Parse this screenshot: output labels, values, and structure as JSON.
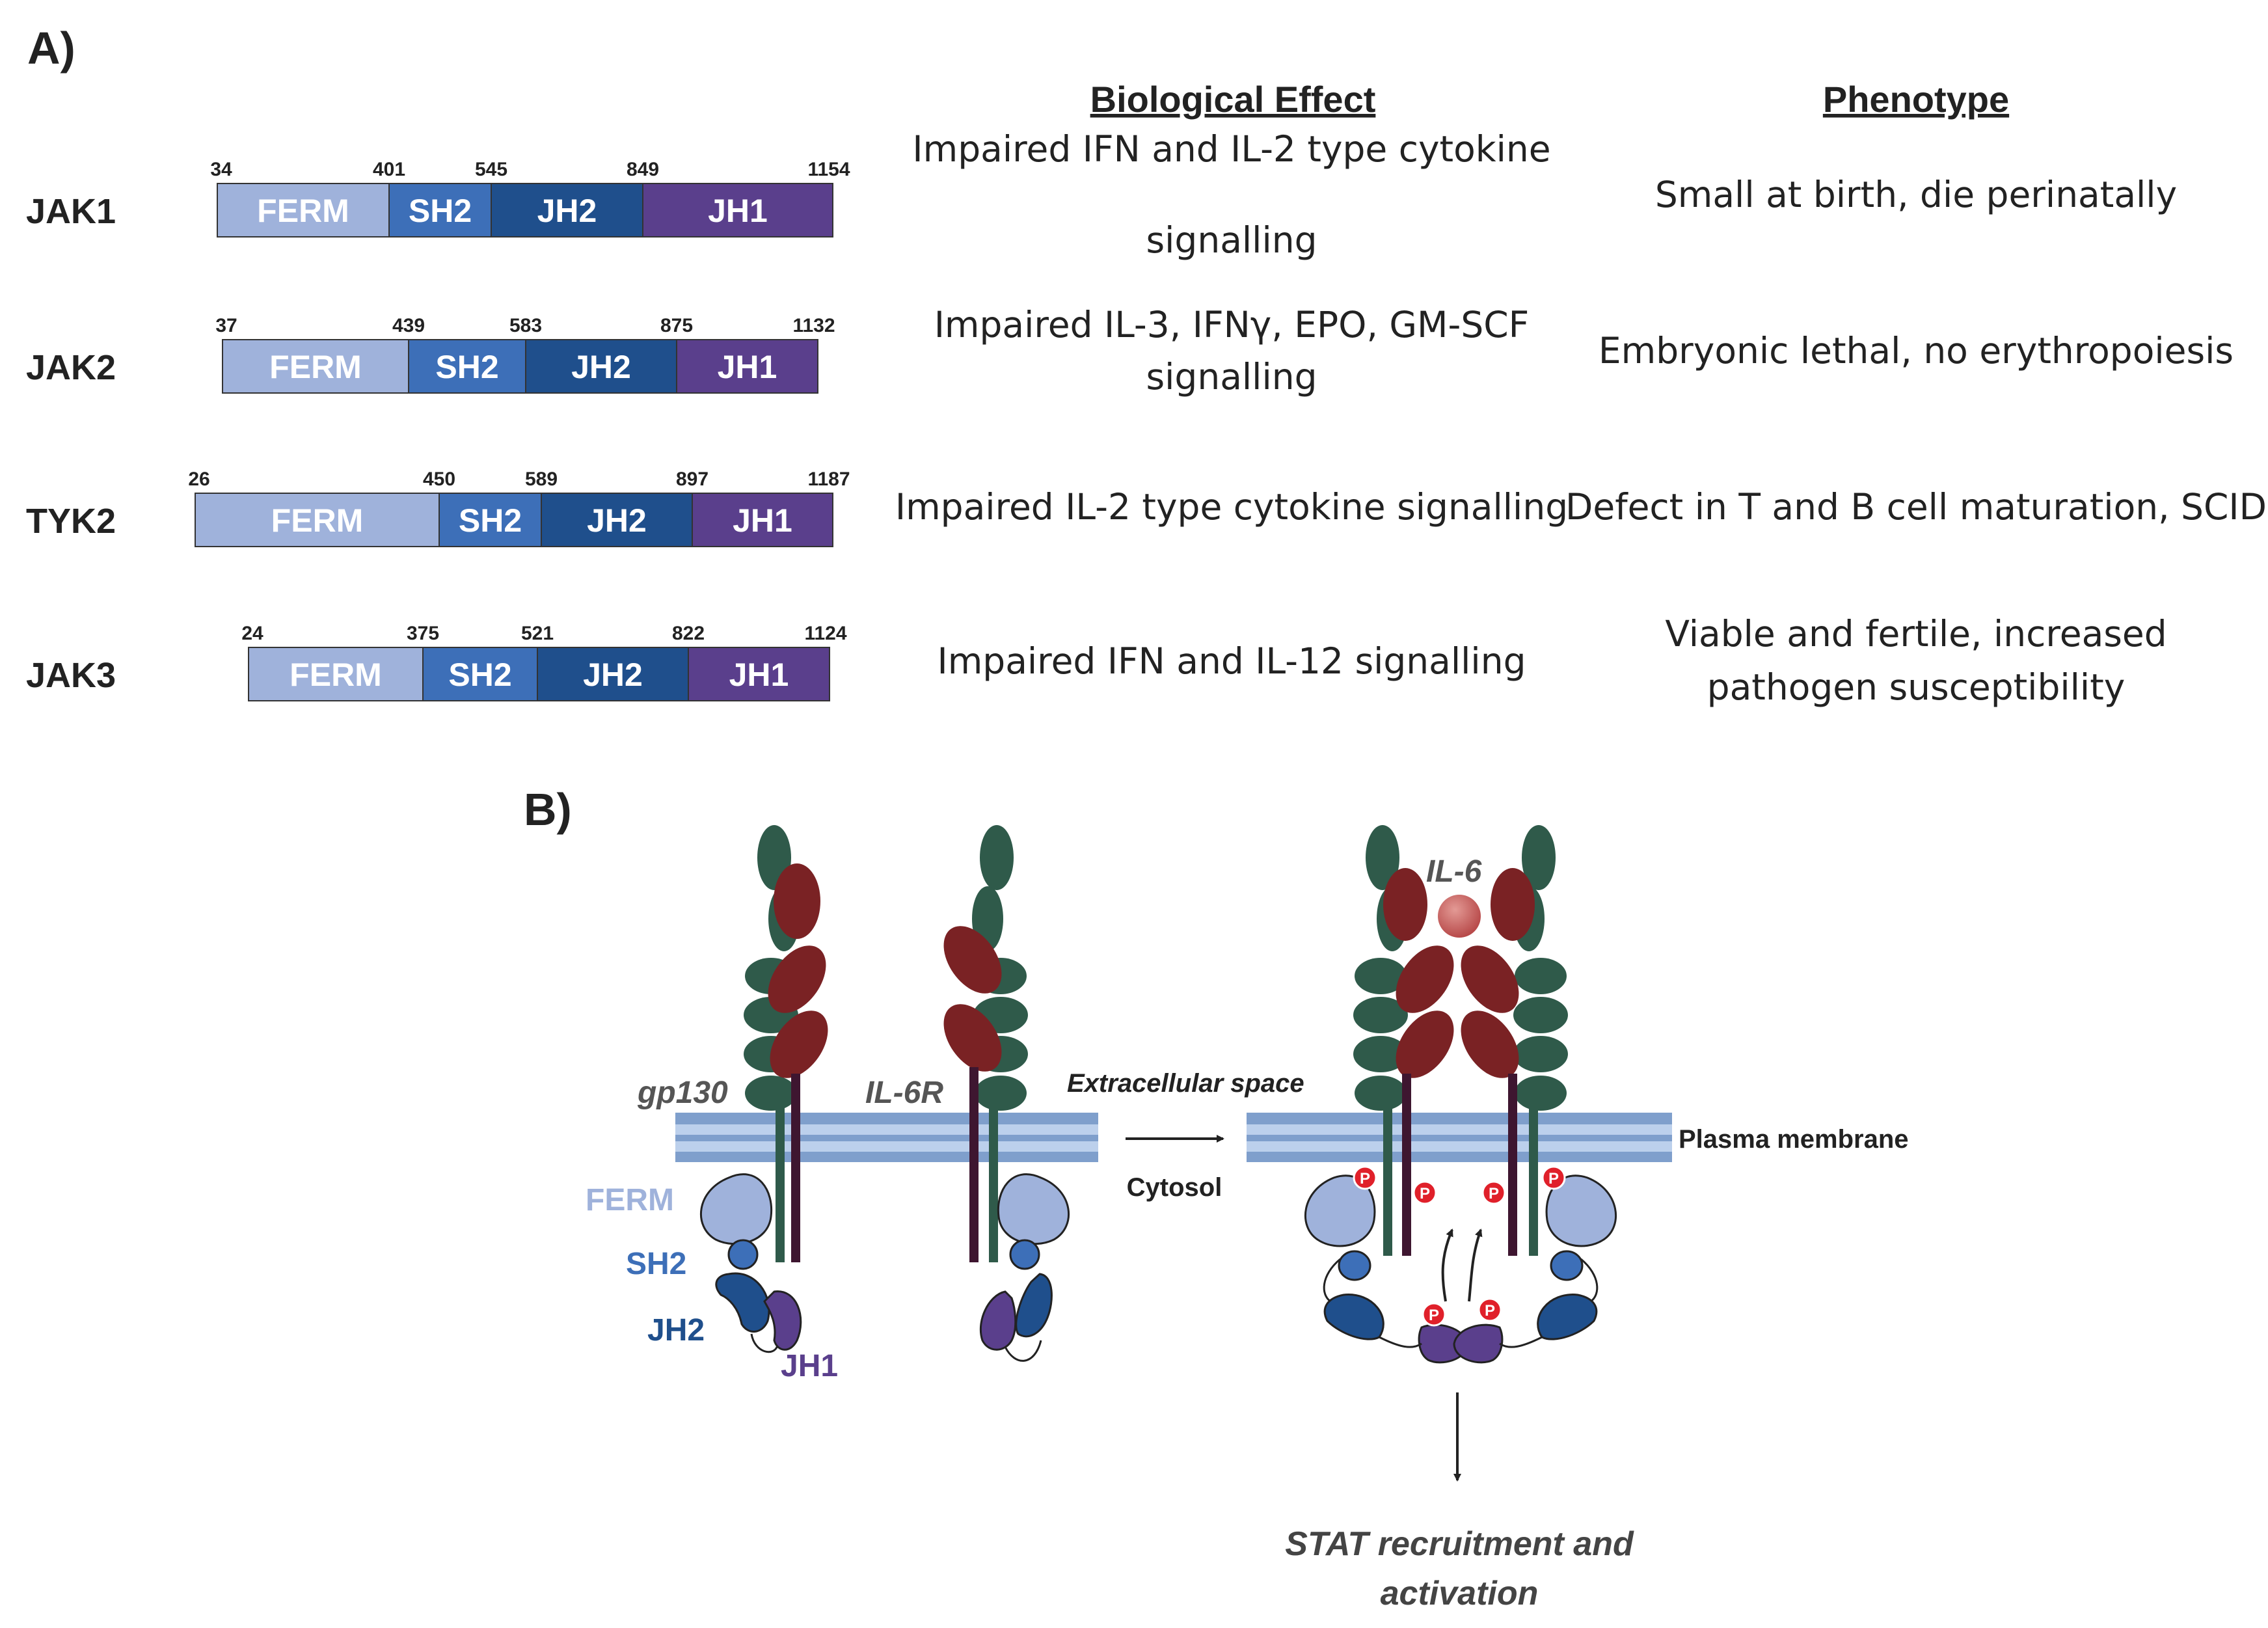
{
  "colors": {
    "ferm": "#9fb2db",
    "sh2": "#3d6fb8",
    "jh2": "#1f4f8c",
    "jh1": "#5a3f8c",
    "gp130": "#2f5a4a",
    "il6r": "#7a2224",
    "il6": "#b84a4a",
    "membrane": "#7f9fcc",
    "membrane_light": "#bcd0ec",
    "phospho": "#e0202a",
    "text": "#222222"
  },
  "panel_a": {
    "label": "A)",
    "headers": {
      "effect": "Biological Effect",
      "phenotype": "Phenotype"
    },
    "domain_labels": [
      "FERM",
      "SH2",
      "JH2",
      "JH1"
    ],
    "rows": [
      {
        "name": "JAK1",
        "positions": [
          "34",
          "401",
          "545",
          "849",
          "1154"
        ],
        "effect_lines": [
          "Impaired IFN and IL-2 type cytokine",
          "signalling"
        ],
        "phenotype_lines": [
          "Small at birth, die perinatally"
        ]
      },
      {
        "name": "JAK2",
        "positions": [
          "37",
          "439",
          "583",
          "875",
          "1132"
        ],
        "effect_lines": [
          "Impaired IL-3, IFNγ, EPO, GM-SCF",
          "signalling"
        ],
        "phenotype_lines": [
          "Embryonic lethal, no erythropoiesis"
        ]
      },
      {
        "name": "TYK2",
        "positions": [
          "26",
          "450",
          "589",
          "897",
          "1187"
        ],
        "effect_lines": [
          "Impaired IL-2 type cytokine signalling"
        ],
        "phenotype_lines": [
          "Defect in T and B cell maturation, SCID"
        ]
      },
      {
        "name": "JAK3",
        "positions": [
          "24",
          "375",
          "521",
          "822",
          "1124"
        ],
        "effect_lines": [
          "Impaired IFN and IL-12 signalling"
        ],
        "phenotype_lines": [
          "Viable and fertile, increased",
          "pathogen susceptibility"
        ]
      }
    ]
  },
  "panel_b": {
    "label": "B)",
    "gp130": "gp130",
    "il6r": "IL-6R",
    "il6": "IL-6",
    "extracellular": "Extracellular space",
    "cytosol": "Cytosol",
    "plasma_membrane": "Plasma membrane",
    "ferm": "FERM",
    "sh2": "SH2",
    "jh2": "JH2",
    "jh1": "JH1",
    "phospho": "P",
    "stat_lines": [
      "STAT recruitment and",
      "activation"
    ]
  }
}
